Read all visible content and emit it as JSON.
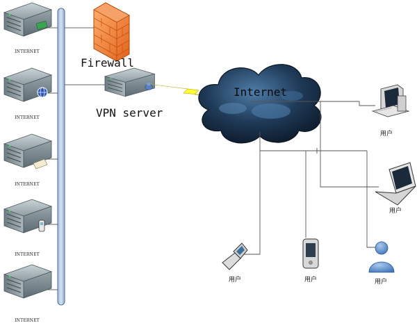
{
  "servers": [
    {
      "label": "INTERNET",
      "badge": "green-card-icon"
    },
    {
      "label": "INTERNET",
      "badge": "globe-icon"
    },
    {
      "label": "INTERNET",
      "badge": "document-icon"
    },
    {
      "label": "INTERNET",
      "badge": "phone-icon"
    },
    {
      "label": "INTERNET",
      "badge": "none"
    }
  ],
  "firewall": {
    "label": "Firewall"
  },
  "vpn": {
    "label": "VPN server"
  },
  "cloud": {
    "label": "Internet"
  },
  "users": {
    "desktop": "用户",
    "laptop": "用户",
    "flip_phone": "用户",
    "pda": "用户",
    "person": "用户"
  },
  "colors": {
    "backbone": "#b9cde6",
    "backbone_edge": "#4d6f99",
    "firewall": "#f07a22",
    "cloud": "#1e3550",
    "bolt": "#ffff33",
    "line": "#555555"
  }
}
